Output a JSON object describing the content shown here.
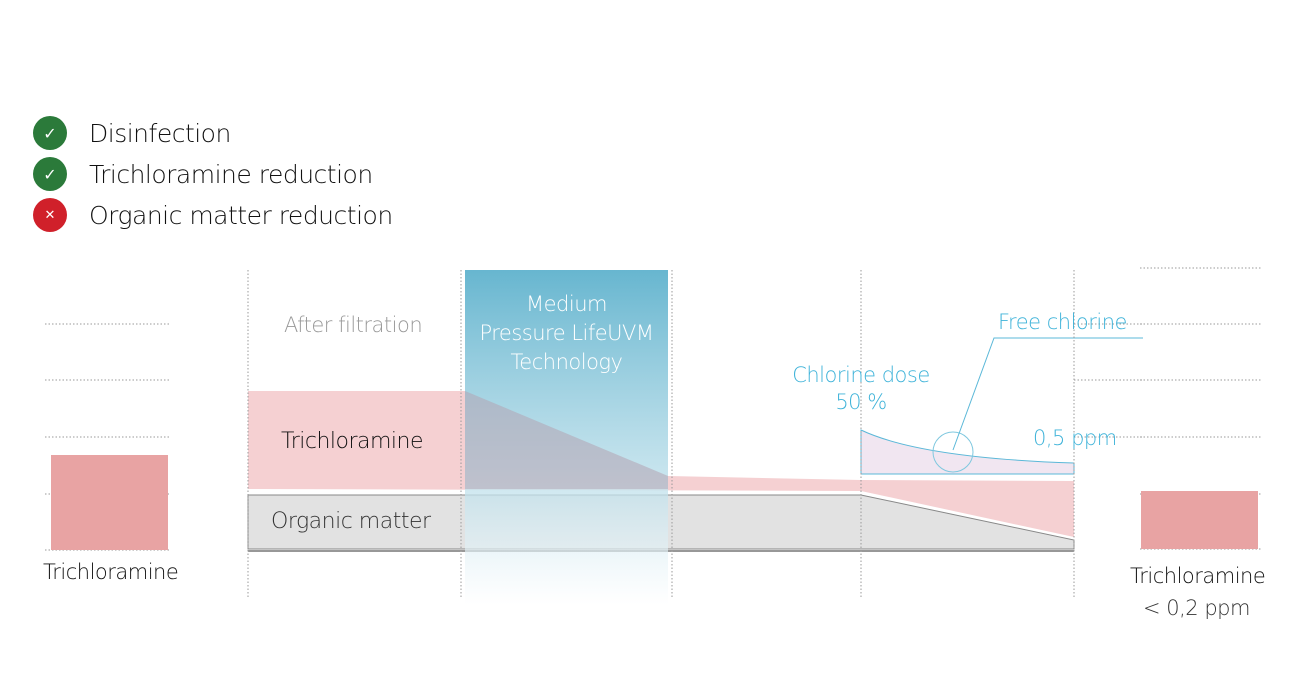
{
  "legend": [
    {
      "label": "Disinfection",
      "status": "check",
      "color": "#2b7a3a"
    },
    {
      "label": "Trichloramine reduction",
      "status": "check",
      "color": "#2b7a3a"
    },
    {
      "label": "Organic matter reduction",
      "status": "cross",
      "color": "#d0202a"
    }
  ],
  "icons": {
    "check": "✓",
    "cross": "✕"
  },
  "left": {
    "label": "Trichloramine"
  },
  "right": {
    "label": "Trichloramine",
    "value": "< 0,2  ppm"
  },
  "diagram": {
    "after_filtration": "After filtration",
    "trichloramine": "Trichloramine",
    "organic_matter": "Organic matter",
    "uv_line1": "Medium",
    "uv_line2": "Pressure LifeUVM",
    "uv_line3": "Technology",
    "chlorine_dose": "Chlorine dose",
    "chlorine_pct": "50 %",
    "free_chlorine": "Free chlorine",
    "ppm": "0,5 ppm"
  },
  "colors": {
    "pink": "#f5d0d2",
    "bar": "#e8a3a3",
    "gray": "#e2e2e2",
    "blue": "#5fb2cd",
    "cyan": "#3fb3d9"
  }
}
